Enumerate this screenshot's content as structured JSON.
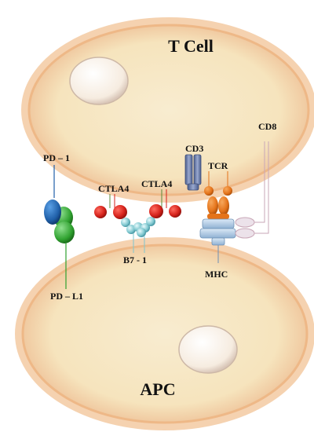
{
  "cells": {
    "top": {
      "label": "T Cell"
    },
    "bottom": {
      "label": "APC"
    }
  },
  "molecules": {
    "pd1": "PD – 1",
    "pdl1": "PD – L1",
    "ctla4_left": "CTLA4",
    "ctla4_right": "CTLA4",
    "b71": "B7 - 1",
    "cd3": "CD3",
    "tcr": "TCR",
    "mhc": "MHC",
    "cd8": "CD8"
  },
  "colors": {
    "cell_fill": "#f7e7c1",
    "cell_glow": "#f2b27a",
    "nucleus_fill": "#fbf3e8",
    "pd1_blue": "#1f5fa8",
    "pdl1_green": "#2fa12f",
    "ctla4_red": "#d6231c",
    "b7_teal": "#7fc7cf",
    "cd3_slate": "#6b7fae",
    "tcr_orange": "#e4731a",
    "mhc_blue": "#a9c6e2",
    "cd8_pink": "#c9a7b7"
  }
}
